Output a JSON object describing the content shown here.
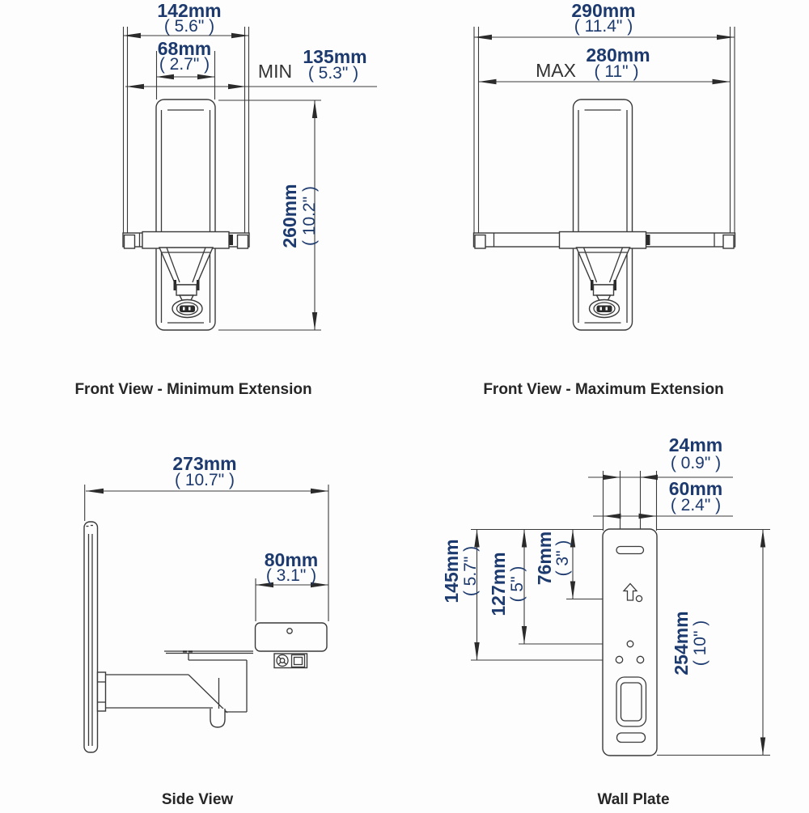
{
  "colors": {
    "dim_text": "#1d3a6e",
    "line": "#3a3a3a",
    "caption": "#262626",
    "background": "#fdfdfd"
  },
  "front_min": {
    "caption": "Front View - Minimum Extension",
    "overall_width_mm": "142mm",
    "overall_width_in": "( 5.6\" )",
    "inner_width_mm": "68mm",
    "inner_width_in": "( 2.7\" )",
    "min_label": "MIN",
    "min_width_mm": "135mm",
    "min_width_in": "( 5.3\" )",
    "height_mm": "260mm",
    "height_in": "( 10.2\" )"
  },
  "front_max": {
    "caption": "Front View - Maximum Extension",
    "overall_width_mm": "290mm",
    "overall_width_in": "( 11.4\" )",
    "max_label": "MAX",
    "max_width_mm": "280mm",
    "max_width_in": "( 11\" )"
  },
  "side": {
    "caption": "Side View",
    "depth_mm": "273mm",
    "depth_in": "( 10.7\" )",
    "offset_mm": "80mm",
    "offset_in": "( 3.1\" )"
  },
  "wall_plate": {
    "caption": "Wall Plate",
    "slot_width_mm": "24mm",
    "slot_width_in": "( 0.9\" )",
    "plate_width_mm": "60mm",
    "plate_width_in": "( 2.4\" )",
    "hole_height1_mm": "145mm",
    "hole_height1_in": "( 5.7\" )",
    "hole_height2_mm": "127mm",
    "hole_height2_in": "( 5\" )",
    "hole_height3_mm": "76mm",
    "hole_height3_in": "( 3\" )",
    "plate_height_mm": "254mm",
    "plate_height_in": "( 10\" )"
  }
}
